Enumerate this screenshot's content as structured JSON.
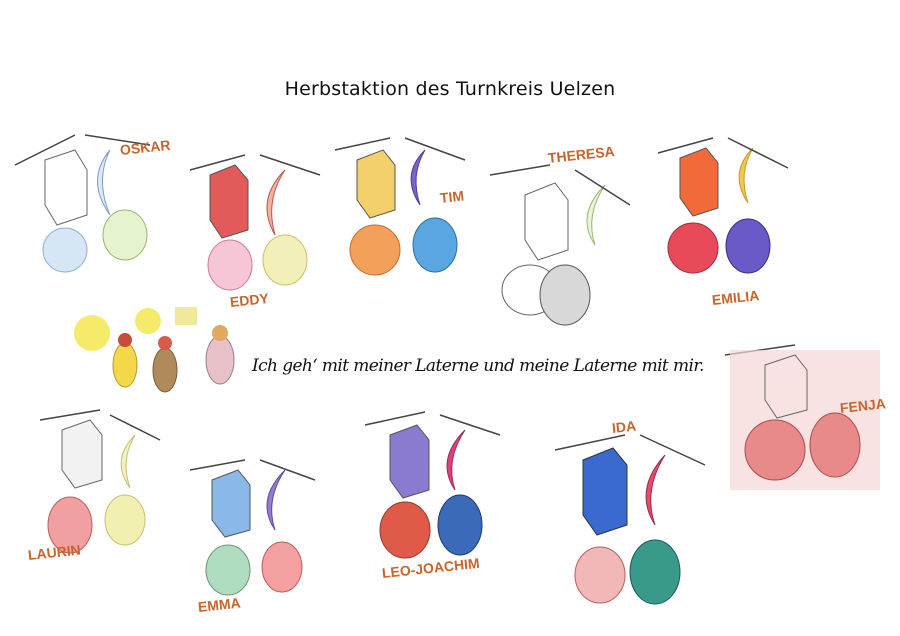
{
  "title": "Herbstaktion des Turnkreis Uelzen",
  "motto": "Ich geh‘ mit meiner Laterne und meine Laterne mit mir.",
  "names": {
    "oskar": "OSKAR",
    "eddy": "EDDY",
    "tim": "TIM",
    "theresa": "THERESA",
    "emilia": "EMILIA",
    "fenja": "FENJA",
    "laurin": "LAURIN",
    "emma": "EMMA",
    "leo_joachim": "LEO-JOACHIM",
    "ida": "IDA"
  },
  "colors": {
    "name_text": "#c8652a",
    "lantern_outline": "#555555",
    "stick": "#444444"
  }
}
